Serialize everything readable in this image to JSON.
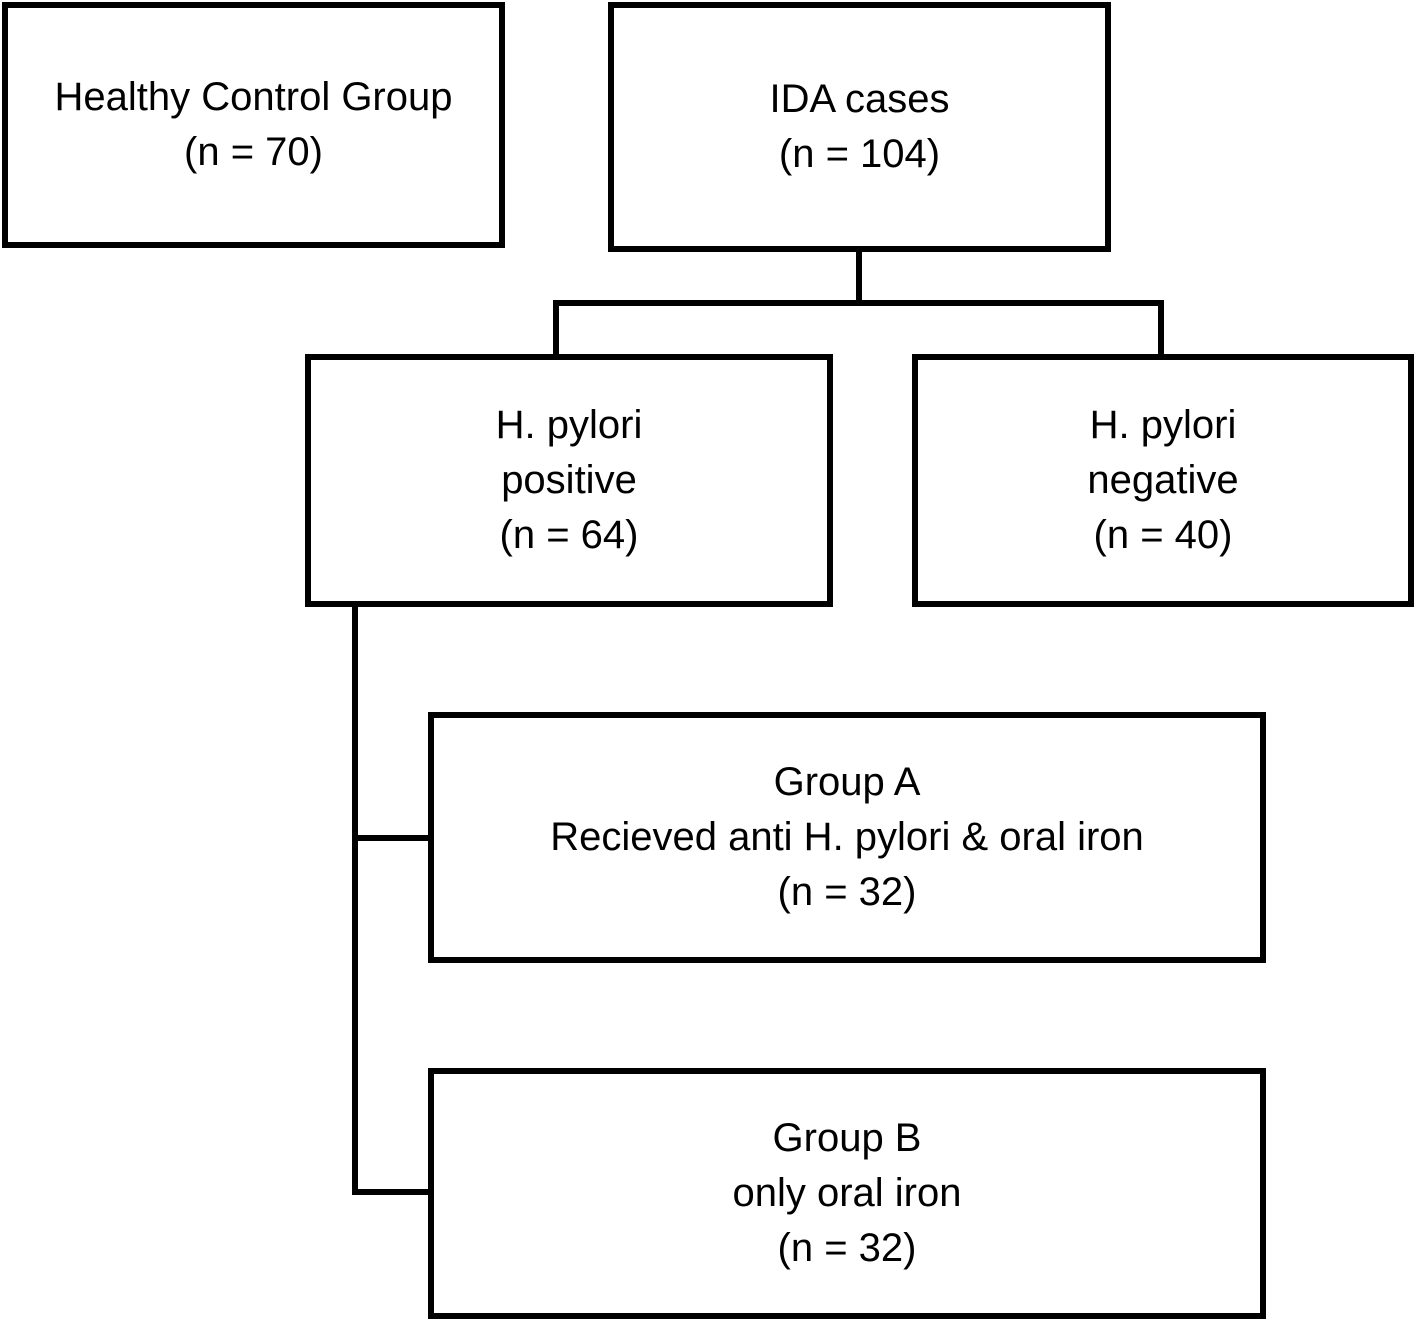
{
  "figure": {
    "type": "study-enrollment-flow-diagram",
    "background_color": "#ffffff",
    "line_color": "#000000",
    "text_color": "#000000"
  },
  "nodes": {
    "healthy_control": {
      "lines": [
        "Healthy Control Group",
        "(n = 70)"
      ],
      "n": 70
    },
    "ida_cases": {
      "lines": [
        "IDA cases",
        "(n = 104)"
      ],
      "n": 104
    },
    "hp_positive": {
      "lines": [
        "H. pylori",
        "positive",
        "(n = 64)"
      ],
      "n": 64
    },
    "hp_negative": {
      "lines": [
        "H. pylori",
        "negative",
        "(n = 40)"
      ],
      "n": 40
    },
    "group_a": {
      "lines": [
        "Group A",
        "Recieved anti H. pylori & oral iron",
        "(n = 32)"
      ],
      "n": 32
    },
    "group_b": {
      "lines": [
        "Group B",
        "only oral iron",
        "(n = 32)"
      ],
      "n": 32
    }
  },
  "edges": [
    {
      "from": "ida_cases",
      "to": "hp_positive"
    },
    {
      "from": "ida_cases",
      "to": "hp_negative"
    },
    {
      "from": "hp_positive",
      "to": "group_a"
    },
    {
      "from": "hp_positive",
      "to": "group_b"
    }
  ]
}
